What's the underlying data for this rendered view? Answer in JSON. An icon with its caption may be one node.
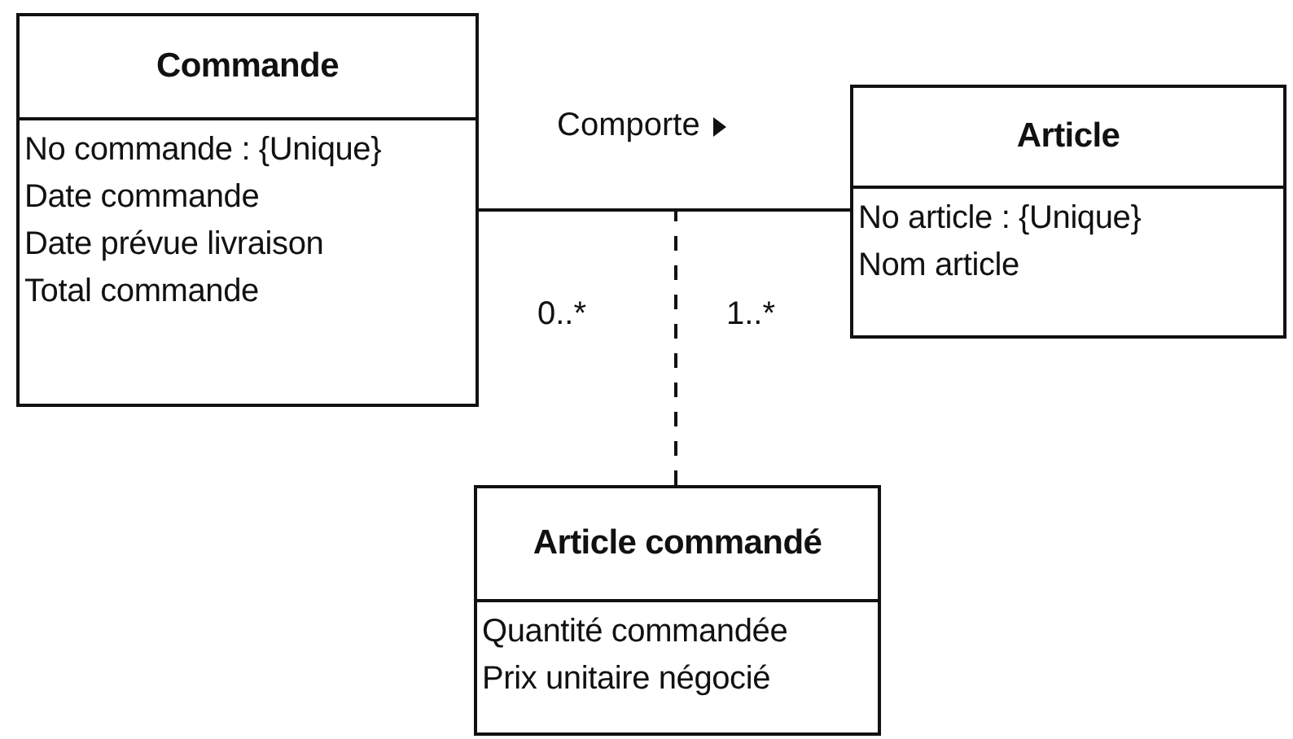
{
  "diagram": {
    "nodes": [
      {
        "text": [
          "Commande",
          "No commande : {Unique}",
          "Date commande",
          "Date prévue livraison",
          "Total commande"
        ]
      },
      {
        "text": [
          "Article",
          "No article : {Unique}",
          "Nom article"
        ]
      },
      {
        "text": [
          "Article commandé",
          "Quantité commandée",
          "Prix unitaire négocié"
        ]
      }
    ],
    "edges": [
      {
        "from": 0,
        "to": 1,
        "arrow": "none",
        "label": "Comporte"
      },
      {
        "from": 2,
        "to": null,
        "arrow": "none",
        "style": "dashed"
      }
    ],
    "labels": [
      "0..*",
      "1..*"
    ]
  }
}
